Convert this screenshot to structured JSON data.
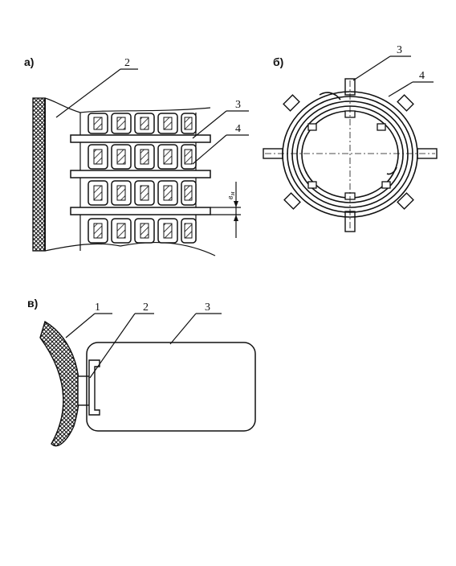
{
  "panels": {
    "a": {
      "letter": "а)",
      "callouts": [
        "2",
        "3",
        "4"
      ],
      "dimension": "в",
      "dimension_sub": "м"
    },
    "b": {
      "letter": "б)",
      "callouts": [
        "3",
        "4"
      ]
    },
    "c": {
      "letter": "в)",
      "callouts": [
        "1",
        "2",
        "3"
      ]
    }
  },
  "colors": {
    "ink": "#111111",
    "paper": "#ffffff"
  }
}
